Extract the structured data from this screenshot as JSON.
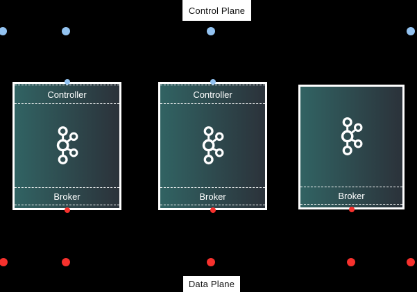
{
  "planes": {
    "control": "Control Plane",
    "data": "Data Plane"
  },
  "nodes": [
    {
      "controller": "Controller",
      "broker": "Broker",
      "icon": "kafka-logo-icon"
    },
    {
      "controller": "Controller",
      "broker": "Broker",
      "icon": "kafka-logo-icon"
    },
    {
      "broker": "Broker",
      "icon": "kafka-logo-icon"
    }
  ],
  "colors": {
    "background": "#000000",
    "controller-dot": "#93c3f1",
    "broker-dot": "#f7312d",
    "node-gradient-left": "#316363",
    "node-gradient-right": "#2b323a",
    "node-border": "#ffffff",
    "node-text": "#ffffff",
    "plane-bg": "#ffffff",
    "plane-text": "#111111"
  }
}
